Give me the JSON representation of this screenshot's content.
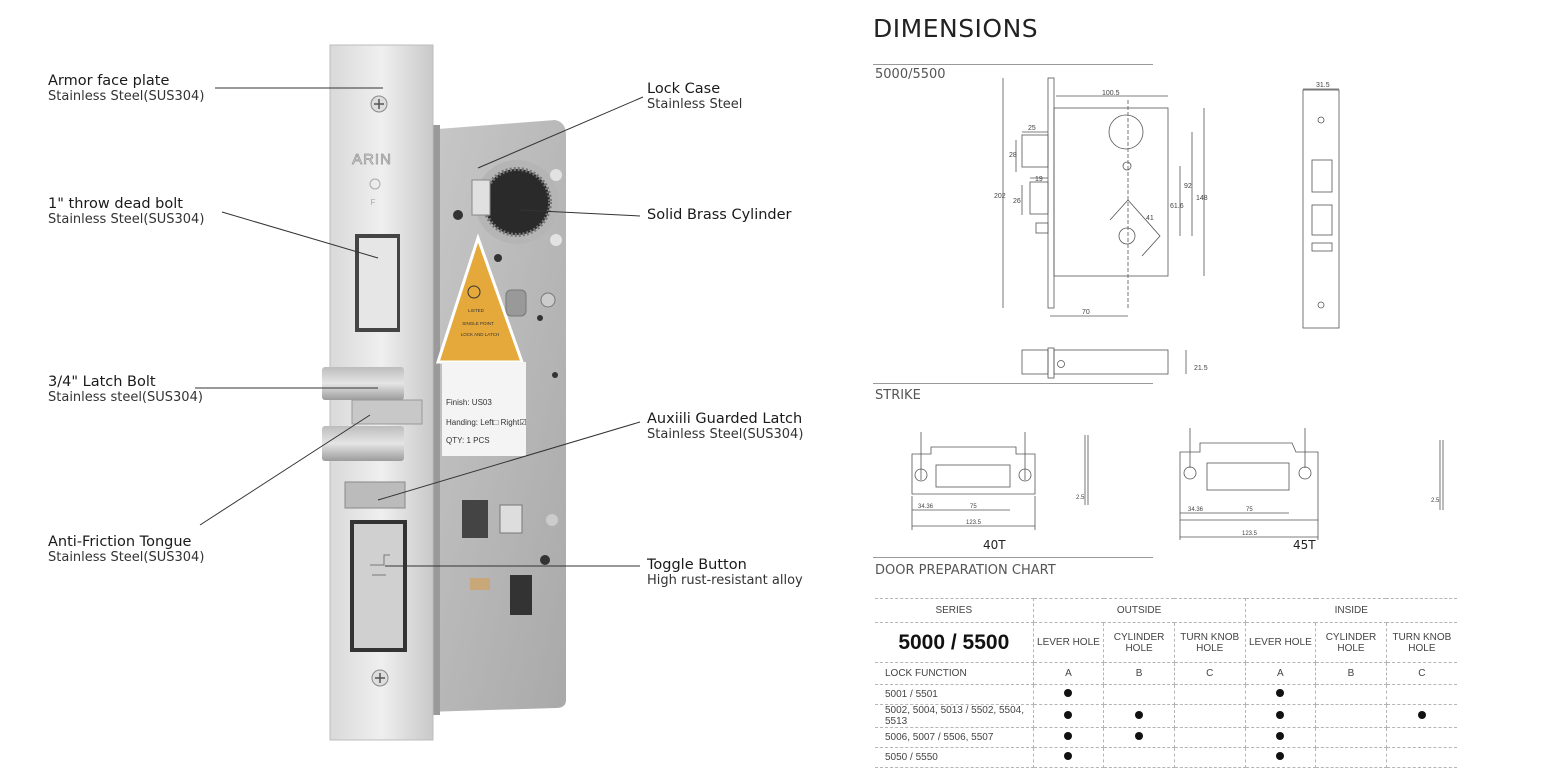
{
  "product": {
    "brand_logo": "ARIN",
    "cert_mark": "F",
    "label": {
      "line1": "Finish: US03",
      "line2": "Handing: Left□ Right☑",
      "line3": "QTY: 1 PCS"
    },
    "warning_label": [
      "LISTED",
      "SINGLE POINT",
      "LOCK AND LATCH"
    ]
  },
  "annotations": {
    "left": [
      {
        "title": "Armor face plate",
        "sub": "Stainless Steel(SUS304)"
      },
      {
        "title": "1\" throw dead bolt",
        "sub": "Stainless Steel(SUS304)"
      },
      {
        "title": "3/4\" Latch Bolt",
        "sub": "Stainless steel(SUS304)"
      },
      {
        "title": "Anti-Friction Tongue",
        "sub": "Stainless Steel(SUS304)"
      }
    ],
    "right": [
      {
        "title": "Lock Case",
        "sub": "Stainless Steel"
      },
      {
        "title": "Solid Brass Cylinder",
        "sub": ""
      },
      {
        "title": "Auxiili Guarded Latch",
        "sub": "Stainless Steel(SUS304)"
      },
      {
        "title": "Toggle Button",
        "sub": "High rust-resistant alloy"
      }
    ]
  },
  "dimensions": {
    "title": "DIMENSIONS",
    "model": "5000/5500",
    "labels": {
      "width": "100.5",
      "bolt_w": "25",
      "bolt_h": "28",
      "latch_w": "19",
      "latch_h": "26",
      "height": "202",
      "case_h": "148",
      "d92": "92",
      "d61": "61.6",
      "d41": "41",
      "backset": "70",
      "face_w": "31.5",
      "thick": "21.5"
    }
  },
  "strike": {
    "title": "STRIKE",
    "variants": [
      {
        "name": "40T",
        "overall": "123.5",
        "center": "75",
        "offset": "34.36",
        "thick": "2.5"
      },
      {
        "name": "45T",
        "overall": "123.5",
        "center": "75",
        "offset": "34.36",
        "thick": "2.5"
      }
    ]
  },
  "chart": {
    "title": "DOOR PREPARATION CHART",
    "series_label": "SERIES",
    "series": "5000 / 5500",
    "groups": [
      "OUTSIDE",
      "INSIDE"
    ],
    "columns": [
      "LEVER HOLE",
      "CYLINDER HOLE",
      "TURN KNOB HOLE",
      "LEVER HOLE",
      "CYLINDER HOLE",
      "TURN KNOB HOLE"
    ],
    "lock_function_label": "LOCK FUNCTION",
    "codes": [
      "A",
      "B",
      "C",
      "A",
      "B",
      "C"
    ],
    "rows": [
      {
        "name": "5001 / 5501",
        "marks": [
          true,
          false,
          false,
          true,
          false,
          false
        ]
      },
      {
        "name": "5002, 5004, 5013 / 5502, 5504, 5513",
        "marks": [
          true,
          true,
          false,
          true,
          false,
          true
        ]
      },
      {
        "name": "5006, 5007 / 5506, 5507",
        "marks": [
          true,
          true,
          false,
          true,
          false,
          false
        ]
      },
      {
        "name": "5050 / 5550",
        "marks": [
          true,
          false,
          false,
          true,
          false,
          false
        ]
      }
    ]
  }
}
